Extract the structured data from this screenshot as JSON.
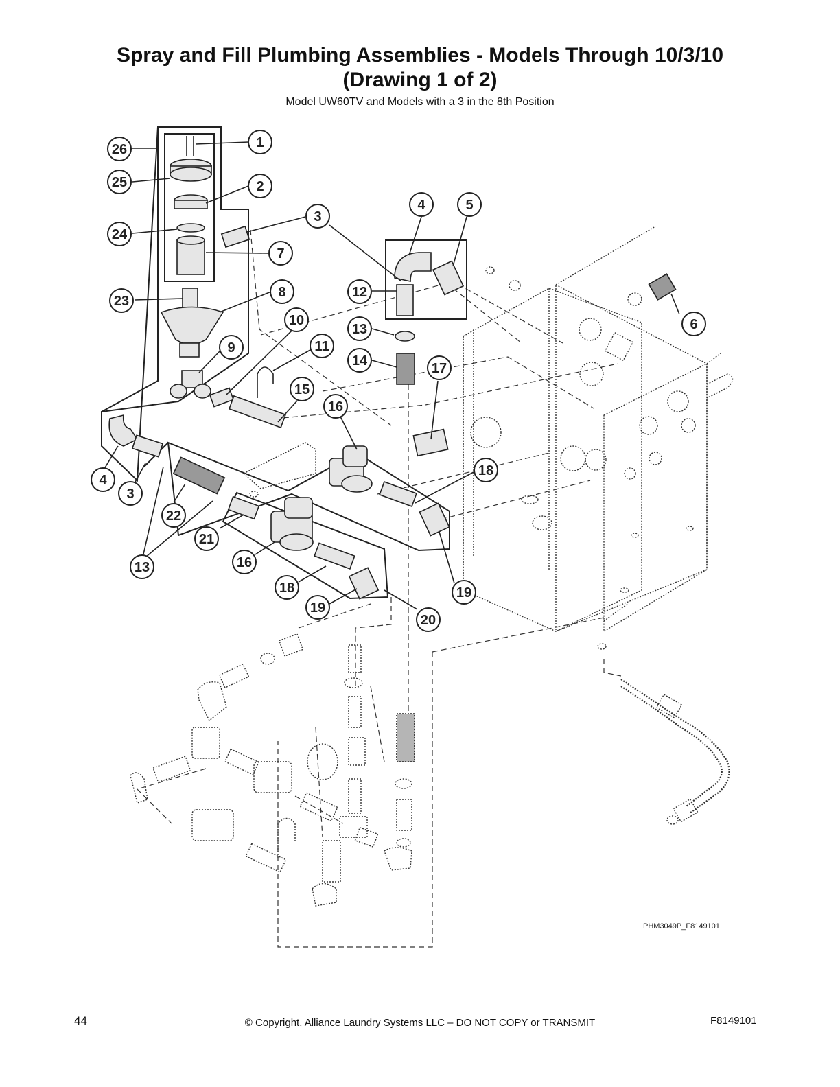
{
  "title": {
    "line1": "Spray and Fill Plumbing Assemblies - Models Through 10/3/10",
    "line2": "(Drawing 1 of 2)"
  },
  "subtitle": "Model UW60TV and Models with a 3 in the 8th Position",
  "drawing_code": "PHM3049P_F8149101",
  "footer": {
    "page_number": "44",
    "copyright": "© Copyright, Alliance Laundry Systems LLC – DO NOT COPY or TRANSMIT",
    "document_number": "F8149101"
  },
  "callouts": [
    "26",
    "1",
    "25",
    "2",
    "24",
    "3",
    "7",
    "23",
    "8",
    "12",
    "4",
    "5",
    "13",
    "14",
    "6",
    "10",
    "11",
    "9",
    "17",
    "15",
    "16",
    "4",
    "3",
    "22",
    "13",
    "21",
    "16",
    "18",
    "19",
    "18",
    "19",
    "20"
  ]
}
